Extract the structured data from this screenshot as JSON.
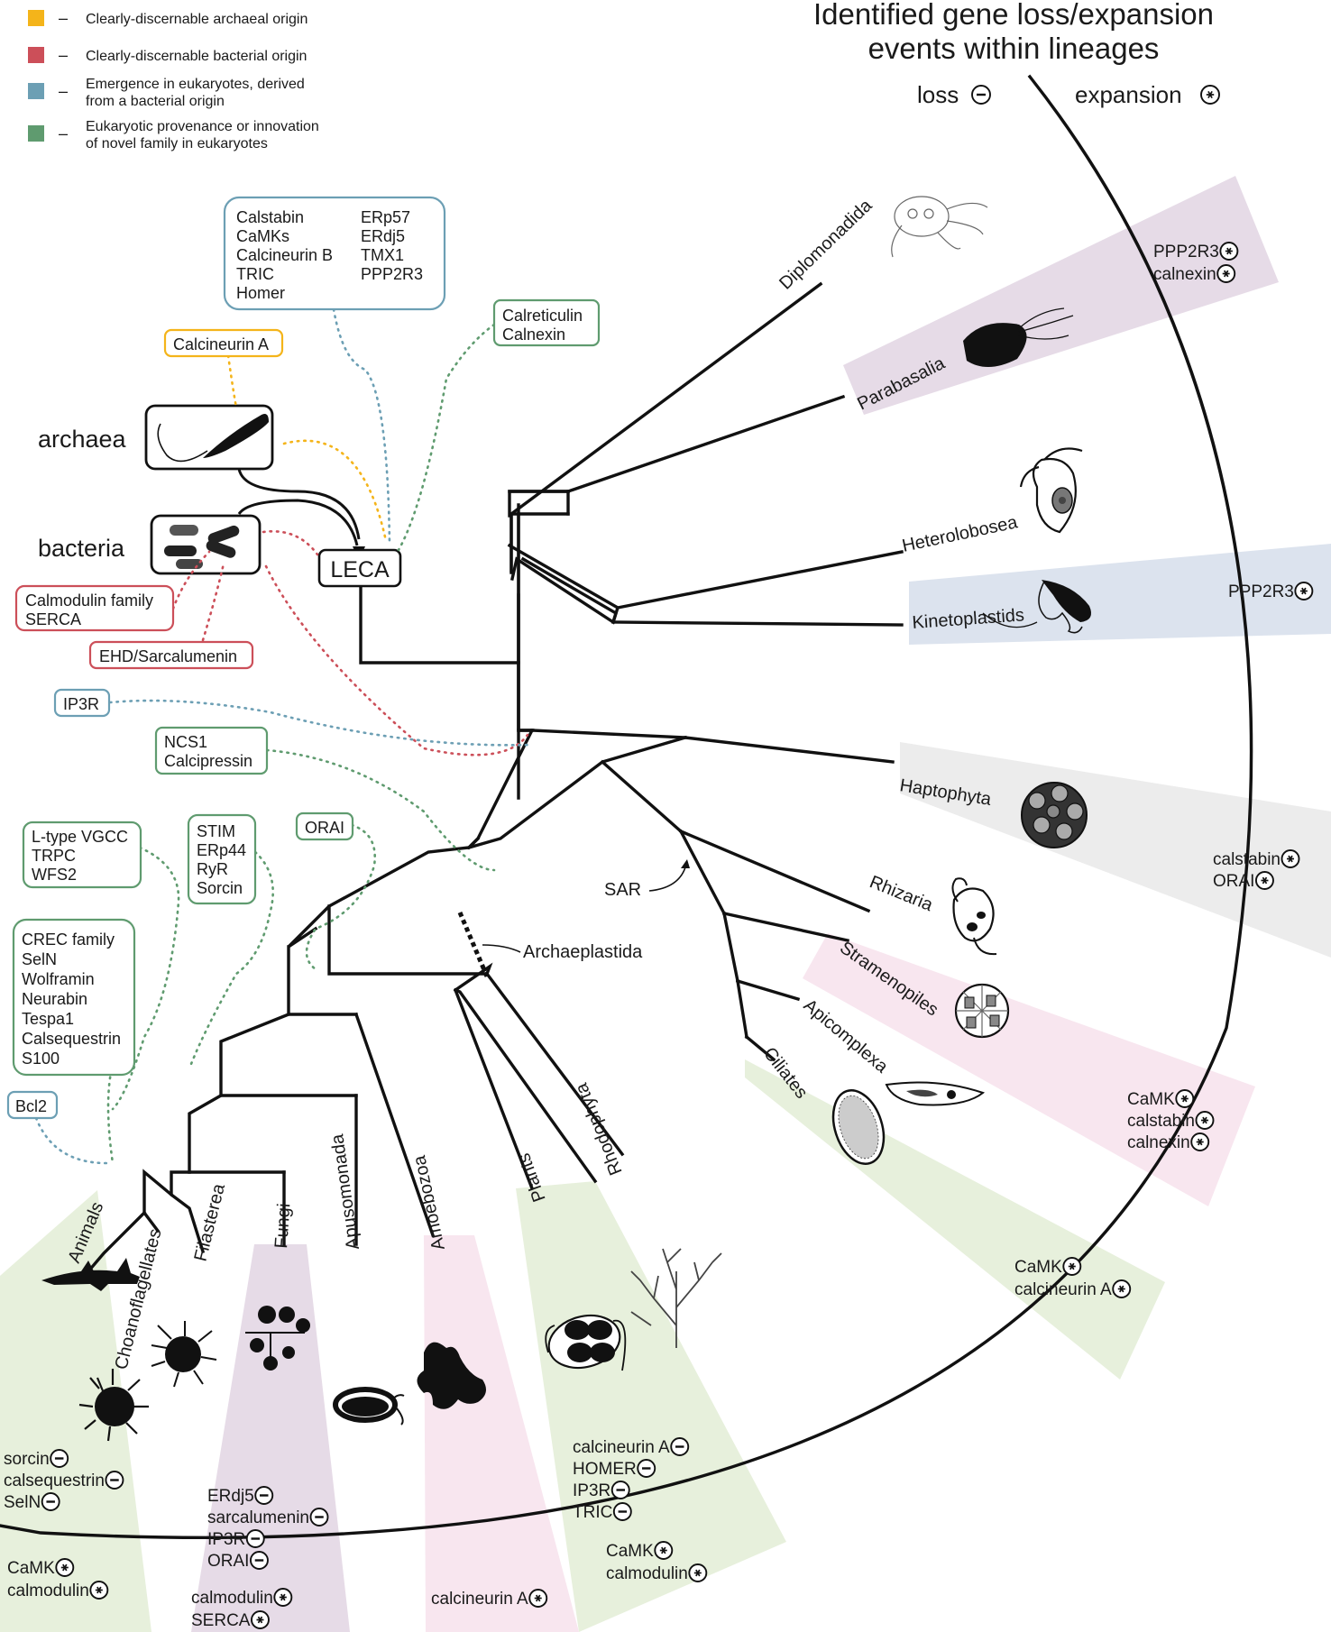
{
  "colors": {
    "archaeal": "#f4b41a",
    "bacterial": "#cc4f59",
    "bacterial_derived": "#6c9fb4",
    "eukaryotic": "#5f9b6f",
    "sector_green": "#e7f0dc",
    "sector_pink": "#f8e6ef",
    "sector_blue": "#dce3ee",
    "sector_gray": "#ececec",
    "sector_purple": "#e6dbe7"
  },
  "legend": [
    {
      "color": "#f4b41a",
      "dash": "–",
      "text": "Clearly-discernable archaeal origin"
    },
    {
      "color": "#cc4f59",
      "dash": "–",
      "text": "Clearly-discernable bacterial origin"
    },
    {
      "color": "#6c9fb4",
      "dash": "–",
      "text": "Emergence in eukaryotes, derived",
      "text2": "from a bacterial origin"
    },
    {
      "color": "#5f9b6f",
      "dash": "–",
      "text": "Eukaryotic provenance or innovation",
      "text2": "of novel family in eukaryotes"
    }
  ],
  "header": {
    "line1": "Identified gene loss/expansion",
    "line2": "events within lineages",
    "loss": "loss",
    "expansion": "expansion"
  },
  "origins": {
    "archaea": "archaea",
    "bacteria": "bacteria",
    "leca": "LECA"
  },
  "gene_boxes": {
    "blue_top": {
      "col1": [
        "Calstabin",
        "CaMKs",
        "Calcineurin B",
        "TRIC",
        "Homer"
      ],
      "col2": [
        "ERp57",
        "ERdj5",
        "TMX1",
        "PPP2R3"
      ]
    },
    "calcineurin_a": [
      "Calcineurin A"
    ],
    "calreticulin": [
      "Calreticulin",
      "Calnexin"
    ],
    "calmodulin": [
      "Calmodulin family",
      "SERCA"
    ],
    "ehd": [
      "EHD/Sarcalumenin"
    ],
    "ip3r": [
      "IP3R"
    ],
    "ncs1": [
      "NCS1",
      "Calcipressin"
    ],
    "ltype": [
      "L-type VGCC",
      "TRPC",
      "WFS2"
    ],
    "stim": [
      "STIM",
      "ERp44",
      "RyR",
      "Sorcin"
    ],
    "orai": [
      "ORAI"
    ],
    "crec": [
      "CREC family",
      "SelN",
      "Wolframin",
      "Neurabin",
      "Tespa1",
      "Calsequestrin",
      "S100"
    ],
    "bcl2": [
      "Bcl2"
    ]
  },
  "clade_labels": {
    "sar": "SAR",
    "archaeplastida": "Archaeplastida"
  },
  "taxa": {
    "diplomonadida": "Diplomonadida",
    "parabasalia": "Parabasalia",
    "heterolobosea": "Heterolobosea",
    "kinetoplastids": "Kinetoplastids",
    "haptophyta": "Haptophyta",
    "rhizaria": "Rhizaria",
    "stramenopiles": "Stramenopiles",
    "apicomplexa": "Apicomplexa",
    "ciliates": "Ciliates",
    "rhodophyta": "Rhodophyta",
    "plants": "Plants",
    "amoebozoa": "Amoebozoa",
    "apusomonada": "Apusomonada",
    "fungi": "Fungi",
    "filasterea": "Filasterea",
    "choanoflagellates": "Choanoflagellates",
    "animals": "Animals"
  },
  "events": {
    "parabasalia": [
      {
        "gene": "PPP2R3",
        "type": "expansion"
      },
      {
        "gene": "calnexin",
        "type": "expansion"
      }
    ],
    "kinetoplastids": [
      {
        "gene": "PPP2R3",
        "type": "expansion"
      }
    ],
    "haptophyta": [
      {
        "gene": "calstabin",
        "type": "expansion"
      },
      {
        "gene": "ORAI",
        "type": "expansion"
      }
    ],
    "stramenopiles": [
      {
        "gene": "CaMK",
        "type": "expansion"
      },
      {
        "gene": "calstabin",
        "type": "expansion"
      },
      {
        "gene": "calnexin",
        "type": "expansion"
      }
    ],
    "ciliates": [
      {
        "gene": "CaMK",
        "type": "expansion"
      },
      {
        "gene": "calcineurin A",
        "type": "expansion"
      }
    ],
    "plants_loss": [
      {
        "gene": "calcineurin A",
        "type": "loss"
      },
      {
        "gene": "HOMER",
        "type": "loss"
      },
      {
        "gene": "IP3R",
        "type": "loss"
      },
      {
        "gene": "TRIC",
        "type": "loss"
      }
    ],
    "plants_exp": [
      {
        "gene": "CaMK",
        "type": "expansion"
      },
      {
        "gene": "calmodulin",
        "type": "expansion"
      }
    ],
    "amoebozoa": [
      {
        "gene": "calcineurin A",
        "type": "expansion"
      }
    ],
    "fungi_loss": [
      {
        "gene": "ERdj5",
        "type": "loss"
      },
      {
        "gene": "sarcalumenin",
        "type": "loss"
      },
      {
        "gene": "IP3R",
        "type": "loss"
      },
      {
        "gene": "ORAI",
        "type": "loss"
      }
    ],
    "fungi_exp": [
      {
        "gene": "calmodulin",
        "type": "expansion"
      },
      {
        "gene": "SERCA",
        "type": "expansion"
      }
    ],
    "animals_loss": [
      {
        "gene": "sorcin",
        "type": "loss"
      },
      {
        "gene": "calsequestrin",
        "type": "loss"
      },
      {
        "gene": "SelN",
        "type": "loss"
      }
    ],
    "animals_exp": [
      {
        "gene": "CaMK",
        "type": "expansion"
      },
      {
        "gene": "calmodulin",
        "type": "expansion"
      }
    ]
  }
}
